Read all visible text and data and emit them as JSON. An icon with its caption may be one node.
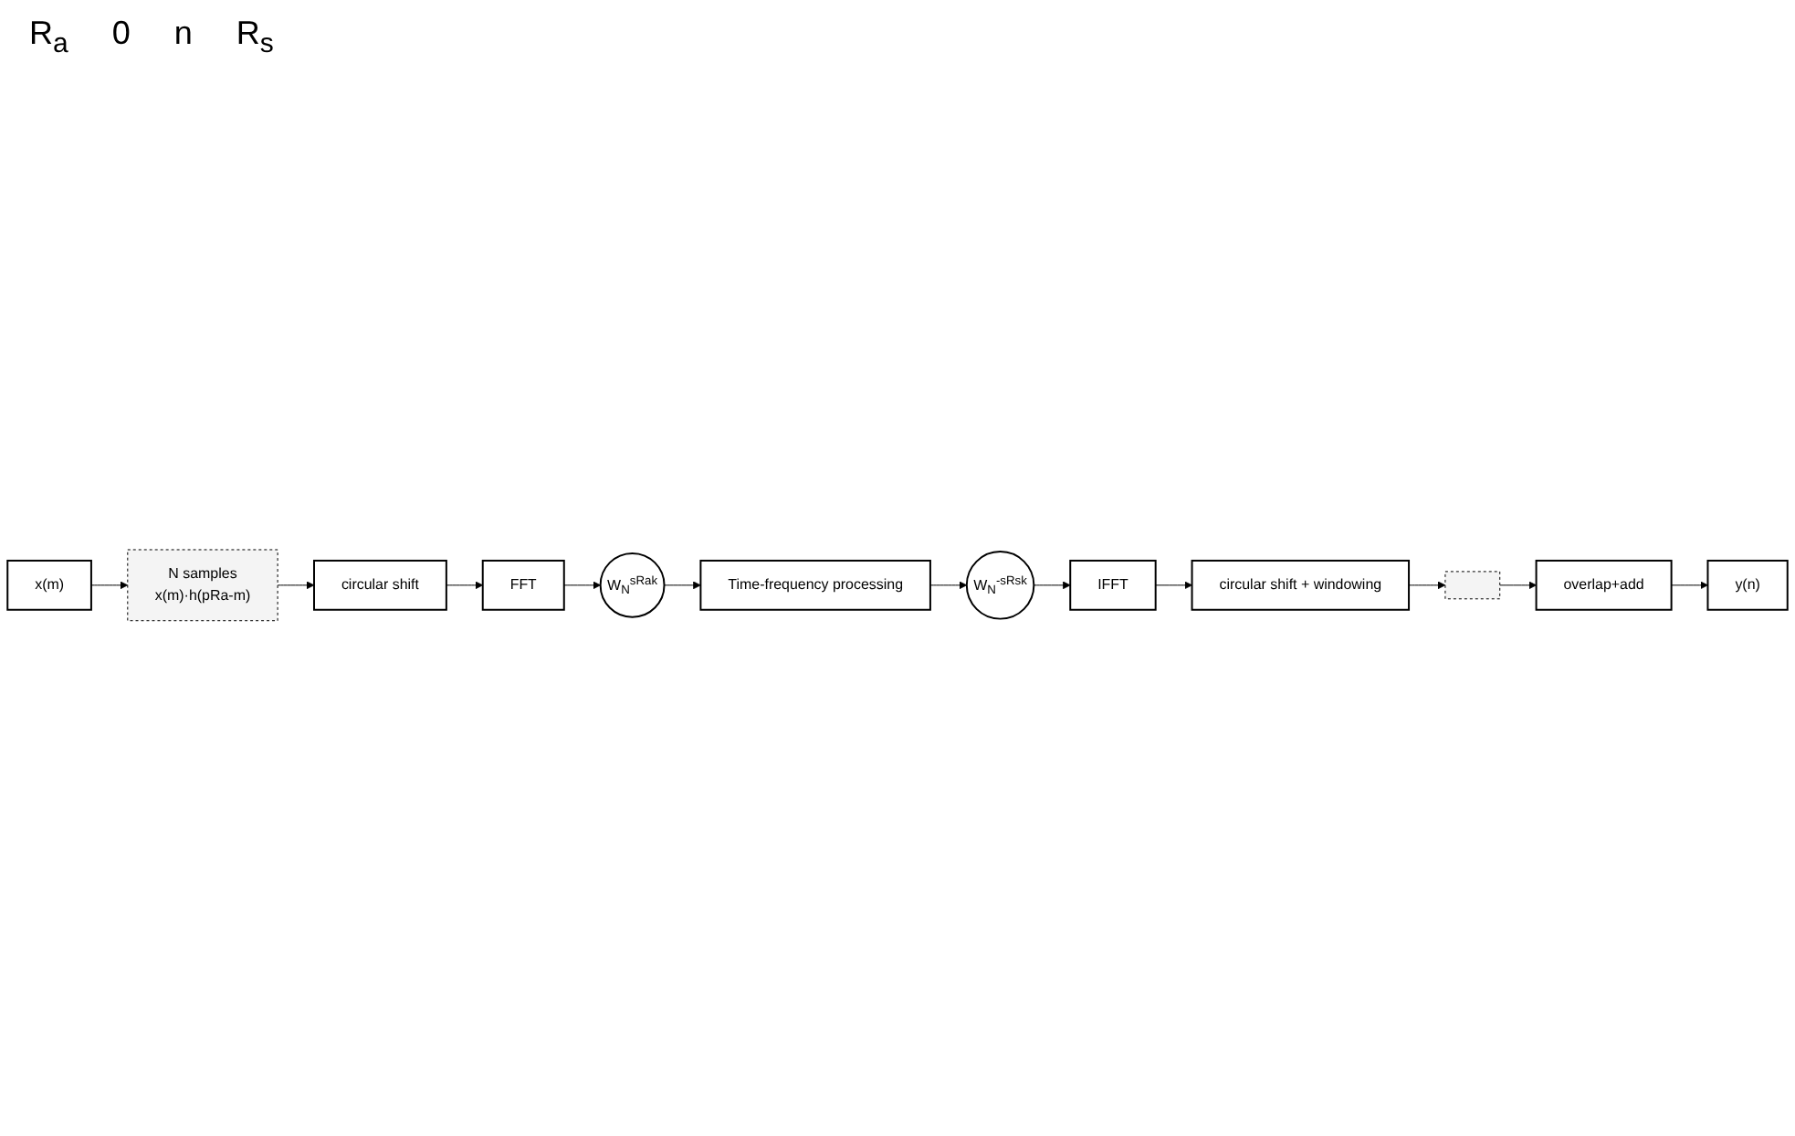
{
  "diagram": {
    "nodes": [
      {
        "text": [
          "x(m)"
        ]
      },
      {
        "text": [
          "N samples",
          "x(m)·h(pRa-m)"
        ]
      },
      {
        "text": [
          "circular shift"
        ]
      },
      {
        "text": [
          "FFT"
        ]
      },
      {
        "text": [
          "W$_{N}$$^{sRak}$"
        ]
      },
      {
        "text": [
          "Time-frequency processing"
        ]
      },
      {
        "text": [
          "W$_{N}$$^{-sRsk}$"
        ]
      },
      {
        "text": [
          "IFFT"
        ]
      },
      {
        "text": [
          "circular shift + windowing"
        ]
      },
      {
        "text": [],
        "shape": "picture"
      },
      {
        "text": [
          "overlap+add"
        ]
      },
      {
        "text": [
          "y(n)"
        ]
      }
    ],
    "edges": [
      {
        "from": 0,
        "to": 1,
        "arrow": "to"
      },
      {
        "from": 1,
        "to": 2,
        "arrow": "to"
      },
      {
        "from": 2,
        "to": 3,
        "arrow": "to"
      },
      {
        "from": 3,
        "to": 4,
        "arrow": "to"
      },
      {
        "from": 4,
        "to": 5,
        "arrow": "to"
      },
      {
        "from": 5,
        "to": 6,
        "arrow": "to"
      },
      {
        "from": 6,
        "to": 7,
        "arrow": "to"
      },
      {
        "from": 7,
        "to": 8,
        "arrow": "to"
      },
      {
        "from": 8,
        "to": 9,
        "arrow": "to"
      },
      {
        "from": 9,
        "to": 10,
        "arrow": "to"
      },
      {
        "from": 10,
        "to": 11,
        "arrow": "to"
      }
    ],
    "labels": [
      "R$_{a}$",
      "0",
      "n",
      "R$_{s}$"
    ]
  }
}
